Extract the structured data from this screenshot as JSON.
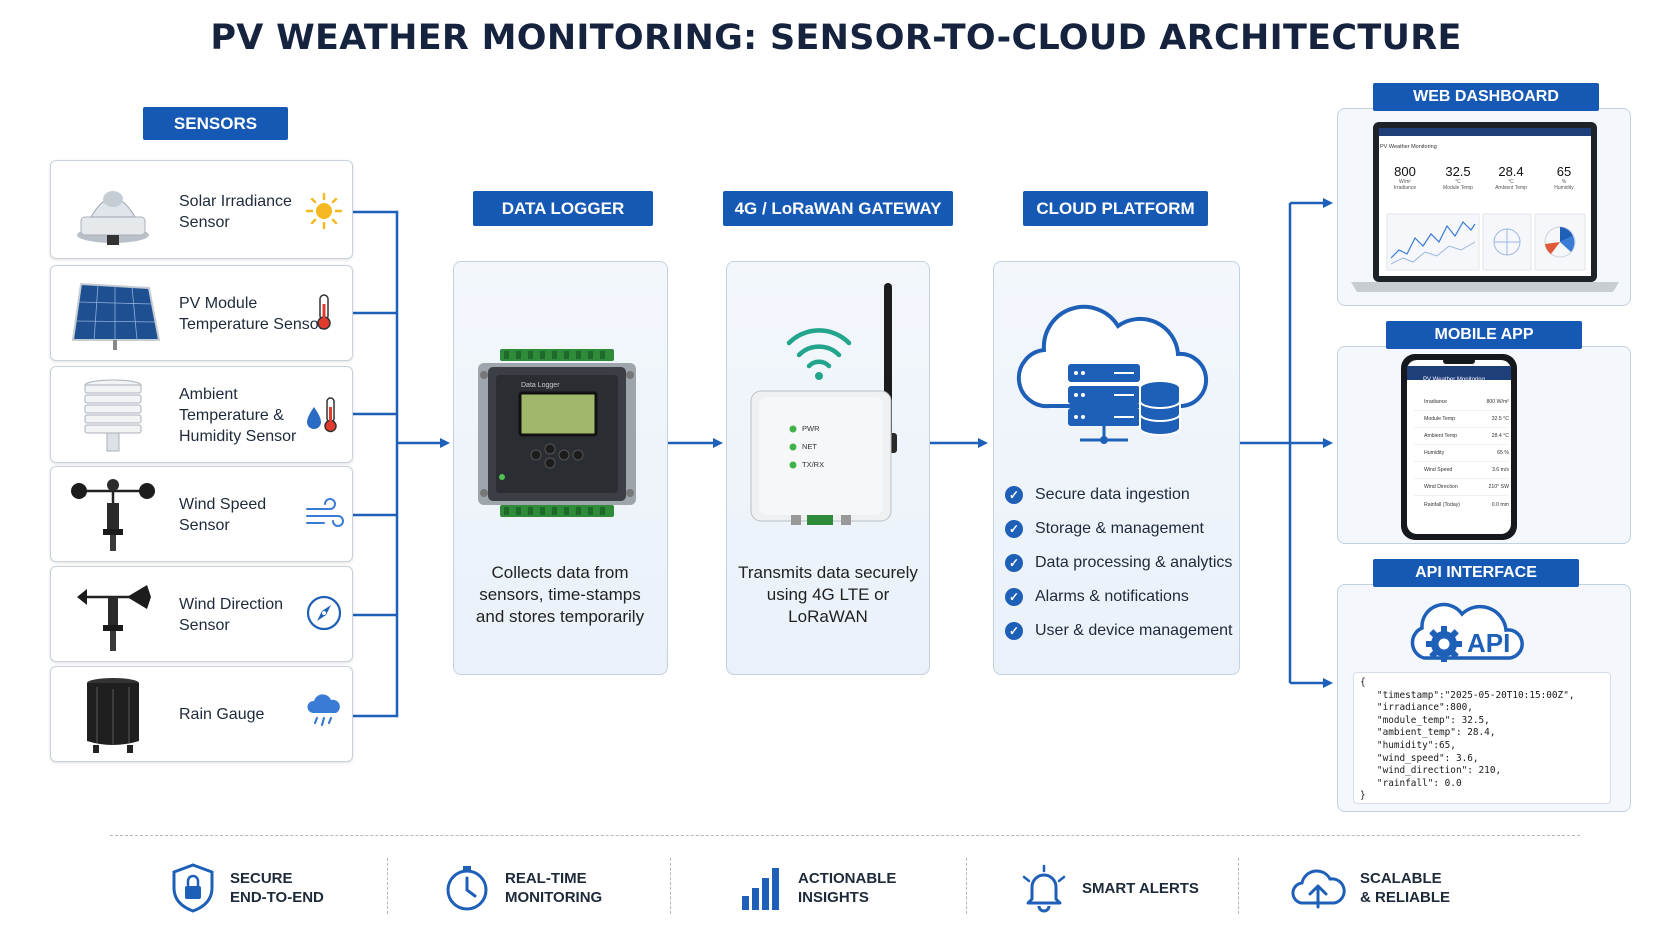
{
  "title": "PV WEATHER MONITORING: SENSOR-TO-CLOUD ARCHITECTURE",
  "sections": {
    "sensors": "SENSORS",
    "data_logger": "DATA LOGGER",
    "gateway": "4G / LoRaWAN GATEWAY",
    "cloud": "CLOUD PLATFORM",
    "web_dashboard": "WEB DASHBOARD",
    "mobile_app": "MOBILE APP",
    "api_interface": "API INTERFACE"
  },
  "sensors": [
    {
      "label": "Solar Irradiance\nSensor",
      "icon": "sun-icon"
    },
    {
      "label": "PV Module\nTemperature Sensor",
      "icon": "thermometer-icon"
    },
    {
      "label": "Ambient\nTemperature &\nHumidity Sensor",
      "icon": "humidity-thermometer-icon"
    },
    {
      "label": "Wind Speed\nSensor",
      "icon": "wind-icon"
    },
    {
      "label": "Wind Direction\nSensor",
      "icon": "compass-icon"
    },
    {
      "label": "Rain Gauge",
      "icon": "rain-cloud-icon"
    }
  ],
  "data_logger": {
    "description": "Collects data from\nsensors, time-stamps\nand stores temporarily",
    "device_label": "Data Logger"
  },
  "gateway": {
    "description": "Transmits data securely\nusing 4G LTE or\nLoRaWAN",
    "leds": [
      "PWR",
      "NET",
      "TX/RX"
    ]
  },
  "cloud": {
    "features": [
      "Secure data ingestion",
      "Storage & management",
      "Data processing & analytics",
      "Alarms & notifications",
      "User & device management"
    ]
  },
  "dashboard": {
    "header": "PV Weather Monitoring",
    "kpis": [
      {
        "value": "800",
        "unit": "W/m²",
        "label": "Irradiance"
      },
      {
        "value": "32.5",
        "unit": "°C",
        "label": "Module Temp"
      },
      {
        "value": "28.4",
        "unit": "°C",
        "label": "Ambient Temp"
      },
      {
        "value": "65",
        "unit": "%",
        "label": "Humidity"
      }
    ]
  },
  "mobile": {
    "header": "PV Weather Monitoring",
    "rows": [
      {
        "label": "Irradiance",
        "value": "800 W/m²"
      },
      {
        "label": "Module Temp",
        "value": "32.5 °C"
      },
      {
        "label": "Ambient Temp",
        "value": "28.4 °C"
      },
      {
        "label": "Humidity",
        "value": "65 %"
      },
      {
        "label": "Wind Speed",
        "value": "3.6 m/s"
      },
      {
        "label": "Wind Direction",
        "value": "210° SW"
      },
      {
        "label": "Rainfall (Today)",
        "value": "0.0 mm"
      }
    ]
  },
  "api": {
    "logo_text": "API",
    "json": "{\n   \"timestamp\":\"2025-05-20T10:15:00Z\",\n   \"irradiance\":800,\n   \"module_temp\": 32.5,\n   \"ambient_temp\": 28.4,\n   \"humidity\":65,\n   \"wind_speed\": 3.6,\n   \"wind_direction\": 210,\n   \"rainfall\": 0.0\n}"
  },
  "footer": [
    {
      "label": "SECURE\nEND-TO-END",
      "icon": "shield-lock-icon"
    },
    {
      "label": "REAL-TIME\nMONITORING",
      "icon": "clock-icon"
    },
    {
      "label": "ACTIONABLE\nINSIGHTS",
      "icon": "bar-chart-icon"
    },
    {
      "label": "SMART ALERTS",
      "icon": "bell-icon"
    },
    {
      "label": "SCALABLE\n& RELIABLE",
      "icon": "cloud-upload-icon"
    }
  ],
  "colors": {
    "accent": "#1559b5",
    "connector": "#1e5fb8",
    "title": "#16233f"
  }
}
